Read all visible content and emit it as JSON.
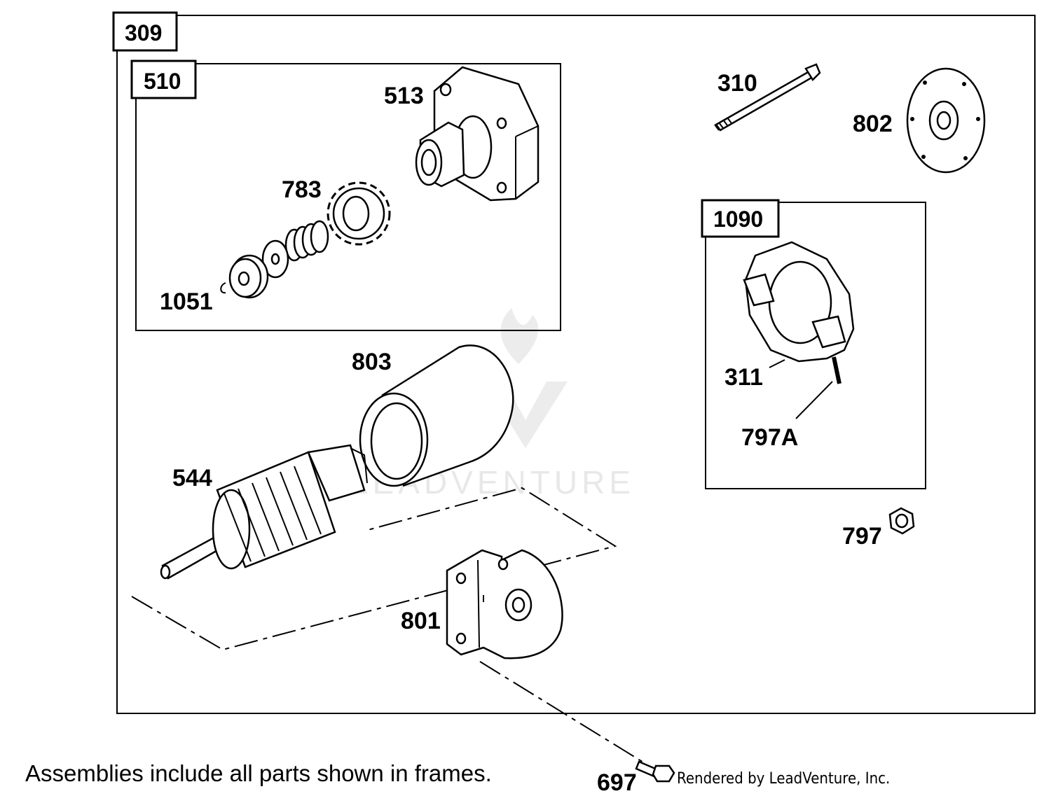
{
  "frames": {
    "outer": "309",
    "starter_drive": "510",
    "brush_holder": "1090"
  },
  "parts": {
    "p513": "513",
    "p783": "783",
    "p1051": "1051",
    "p310": "310",
    "p802": "802",
    "p803": "803",
    "p544": "544",
    "p311": "311",
    "p797A": "797A",
    "p797": "797",
    "p801": "801",
    "p697": "697"
  },
  "watermark": "LEADVENTURE",
  "footer": {
    "note": "Assemblies include all parts shown in frames.",
    "credit": "Rendered by LeadVenture, Inc."
  }
}
